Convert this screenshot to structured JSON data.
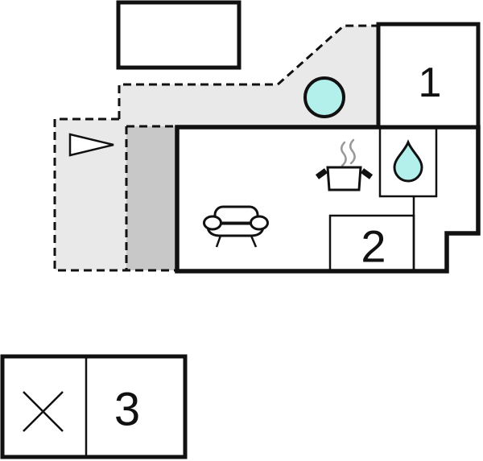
{
  "floorplan": {
    "title": "apartment-floor-plan",
    "rooms": [
      {
        "id": "room-1",
        "label": "1"
      },
      {
        "id": "room-2",
        "label": "2"
      },
      {
        "id": "room-3",
        "label": "3"
      }
    ],
    "icons": {
      "hot_tub": "hot-tub-circle-icon",
      "water_drop": "water-drop-icon",
      "cooking_pot": "cooking-pot-icon",
      "steam": "steam-icon",
      "sofa": "sofa-icon",
      "flag": "flag-icon",
      "cross": "cross-mark-icon"
    },
    "colors": {
      "wall": "#111111",
      "terrace_light": "#e9e9e9",
      "terrace_dark": "#c8c8c8",
      "water": "#b3f0ec",
      "steam": "#999999",
      "room_fill": "#ffffff"
    }
  }
}
